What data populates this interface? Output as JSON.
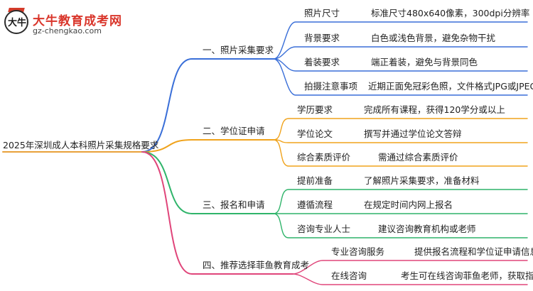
{
  "logo": {
    "badge_text": "大牛",
    "title": "大牛教育成考网",
    "url": "gz-chengkao.com"
  },
  "root": "2025年深圳成人本科照片采集规格要求",
  "colors": {
    "root_link": "#e8a13a",
    "branch1": "#3a6fd8",
    "branch2": "#f0a31c",
    "branch3": "#2fb46a",
    "branch4": "#e0457a"
  },
  "branches": [
    {
      "label": "一、照片采集要求",
      "items": [
        {
          "label": "照片尺寸",
          "desc": "标准尺寸480x640像素，300dpi分辨率"
        },
        {
          "label": "背景要求",
          "desc": "白色或浅色背景，避免杂物干扰"
        },
        {
          "label": "着装要求",
          "desc": "端正着装，避免与背景同色"
        },
        {
          "label": "拍摄注意事项",
          "desc": "近期正面免冠彩色照，文件格式JPG或JPEG"
        }
      ]
    },
    {
      "label": "二、学位证申请",
      "items": [
        {
          "label": "学历要求",
          "desc": "完成所有课程，获得120学分或以上"
        },
        {
          "label": "学位论文",
          "desc": "撰写并通过学位论文答辩"
        },
        {
          "label": "综合素质评价",
          "desc": "需通过综合素质评价"
        }
      ]
    },
    {
      "label": "三、报名和申请",
      "items": [
        {
          "label": "提前准备",
          "desc": "了解照片采集要求，准备材料"
        },
        {
          "label": "遵循流程",
          "desc": "在规定时间内网上报名"
        },
        {
          "label": "咨询专业人士",
          "desc": "建议咨询教育机构或老师"
        }
      ]
    },
    {
      "label": "四、推荐选择菲鱼教育成考",
      "items": [
        {
          "label": "专业咨询服务",
          "desc": "提供报名流程和学位证申请信息"
        },
        {
          "label": "在线咨询",
          "desc": "考生可在线咨询菲鱼老师，获取指导"
        }
      ]
    }
  ]
}
